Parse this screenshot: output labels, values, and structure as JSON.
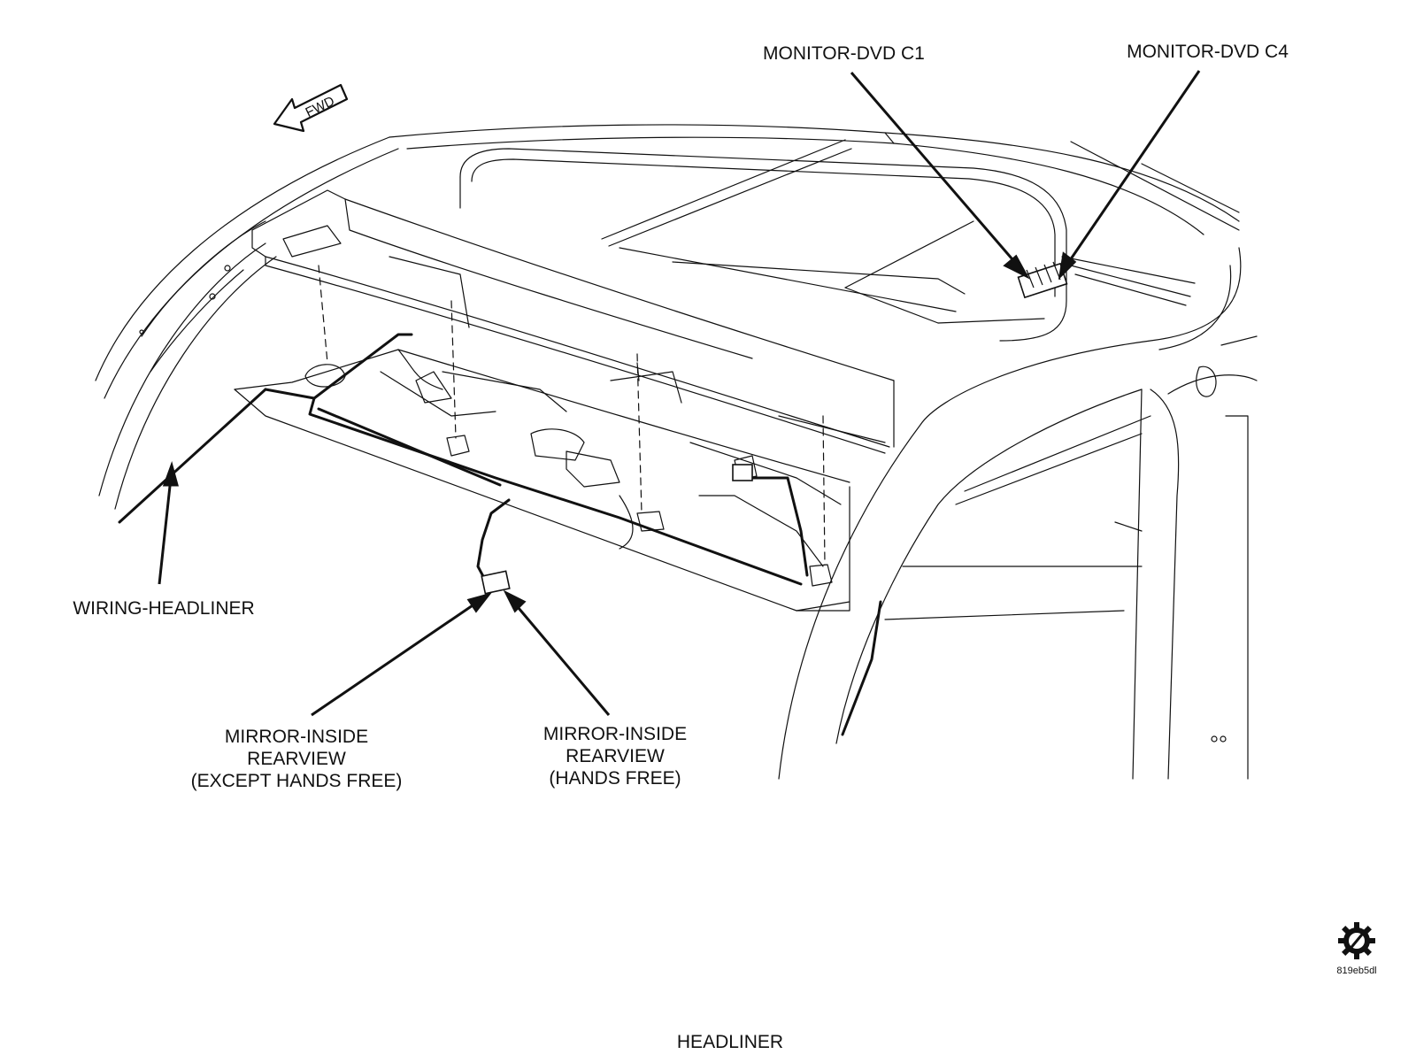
{
  "labels": {
    "monitor_dvd_c1": "MONITOR-DVD C1",
    "monitor_dvd_c4": "MONITOR-DVD C4",
    "wiring_headliner": "WIRING-HEADLINER",
    "mirror_except": [
      "MIRROR-INSIDE",
      "REARVIEW",
      "(EXCEPT HANDS FREE)"
    ],
    "mirror_hands_free": [
      "MIRROR-INSIDE",
      "REARVIEW",
      "(HANDS FREE)"
    ],
    "fwd": "FWD"
  },
  "caption": "HEADLINER",
  "image_code": "819eb5dl",
  "icons": {
    "fwd_arrow": "fwd-arrow-icon",
    "service_symbol": "gear-icon"
  },
  "colors": {
    "ink": "#111111",
    "background": "#ffffff"
  }
}
